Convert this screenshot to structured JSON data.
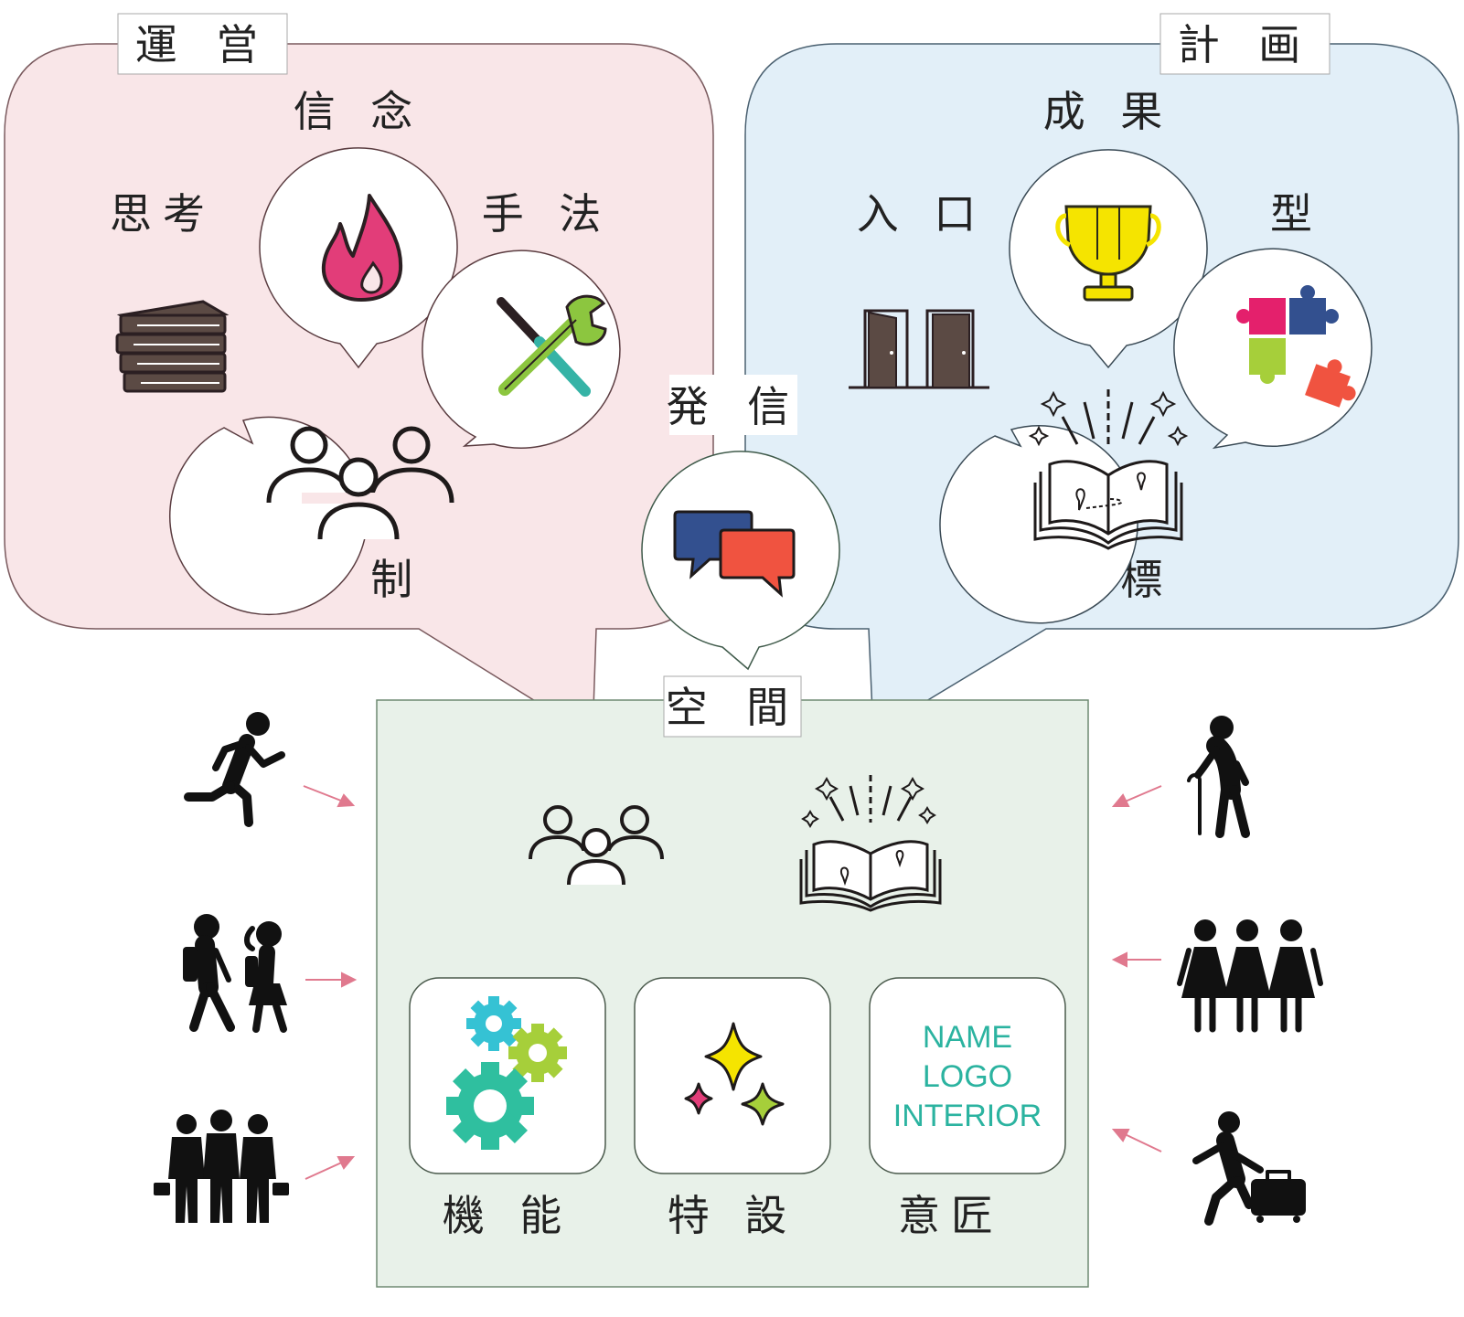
{
  "diagram": {
    "operations": {
      "tag": "運 営",
      "belief": "信 念",
      "thinking": "思考",
      "method": "手 法",
      "system": "体 制"
    },
    "planning": {
      "tag": "計 画",
      "result": "成 果",
      "entrance": "入 口",
      "form": "型",
      "goal": "目 標"
    },
    "communication": {
      "label": "発 信"
    },
    "space": {
      "tag": "空 間",
      "function": "機 能",
      "special": "特 設",
      "design": "意匠",
      "design_card": [
        "NAME",
        "LOGO",
        "INTERIOR"
      ]
    }
  },
  "colors": {
    "operations_bg": "#f9e6e8",
    "planning_bg": "#e2eff8",
    "space_bg": "#e8f1e9",
    "arrow": "#e0798e",
    "accent_teal": "#2bb3a0"
  },
  "icons": {
    "belief": "flame-icon",
    "thinking": "books-icon",
    "method": "tools-icon",
    "system": "group-icon",
    "result": "trophy-icon",
    "entrance": "doors-icon",
    "form": "puzzle-icon",
    "goal": "map-book-icon",
    "communication": "chat-bubbles-icon",
    "function": "gears-icon",
    "special": "sparkles-icon",
    "visitors_left": [
      "runner-icon",
      "students-icon",
      "businessmen-icon"
    ],
    "visitors_right": [
      "elderly-icon",
      "women-group-icon",
      "traveler-icon"
    ]
  }
}
